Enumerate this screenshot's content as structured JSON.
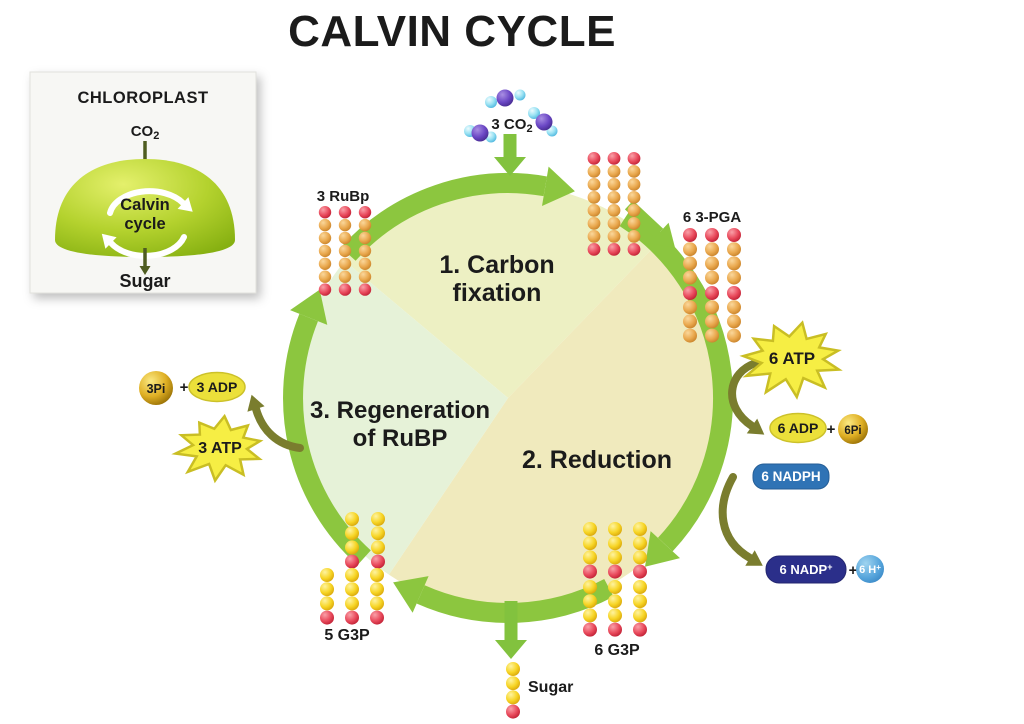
{
  "title": "CALVIN CYCLE",
  "inset": {
    "title": "CHLOROPLAST",
    "co2_main": "CO",
    "co2_sub": "2",
    "cycle_line1": "Calvin",
    "cycle_line2": "cycle",
    "sugar": "Sugar"
  },
  "steps": {
    "fixation_line1": "1. Carbon",
    "fixation_line2": "fixation",
    "reduction": "2. Reduction",
    "regeneration_line1": "3. Regeneration",
    "regeneration_line2": "of RuBP"
  },
  "molecules": {
    "co2": {
      "label_main": "3 CO",
      "label_sub": "2"
    },
    "rubp": {
      "label": "3 RuBp",
      "rows": [
        {
          "chains": 3,
          "beads": [
            "red",
            "orange",
            "orange",
            "orange",
            "orange",
            "orange",
            "red"
          ]
        }
      ]
    },
    "intermediate": {
      "label": "",
      "rows": [
        {
          "chains": 3,
          "beads": [
            "red",
            "orange",
            "orange",
            "orange",
            "orange",
            "orange",
            "orange",
            "red"
          ]
        }
      ]
    },
    "pga": {
      "label": "6 3-PGA",
      "rows": [
        {
          "chains": 3,
          "beads": [
            "red",
            "orange",
            "orange",
            "orange"
          ]
        },
        {
          "chains": 3,
          "beads": [
            "red",
            "orange",
            "orange",
            "orange"
          ]
        }
      ]
    },
    "g3p6": {
      "label": "6 G3P",
      "rows": [
        {
          "chains": 3,
          "beads": [
            "yellow",
            "yellow",
            "yellow",
            "red"
          ]
        },
        {
          "chains": 3,
          "beads": [
            "yellow",
            "yellow",
            "yellow",
            "red"
          ]
        }
      ]
    },
    "g3p5": {
      "label": "5 G3P",
      "rows": [
        {
          "chains": 2,
          "beads": [
            "yellow",
            "yellow",
            "yellow",
            "red"
          ]
        },
        {
          "chains": 3,
          "beads": [
            "yellow",
            "yellow",
            "yellow",
            "red"
          ]
        }
      ]
    },
    "sugar": {
      "label": "Sugar",
      "rows": [
        {
          "chains": 1,
          "beads": [
            "yellow",
            "yellow",
            "yellow",
            "red"
          ]
        }
      ]
    }
  },
  "energy": {
    "atp6": "6 ATP",
    "adp6": "6 ADP",
    "pi6": "6Pi",
    "plus": "+",
    "nadph": "6 NADPH",
    "nadp_main": "6 NADP",
    "nadp_sup": "+",
    "h_main": "6 H",
    "h_sup": "+",
    "atp3": "3 ATP",
    "adp3": "3 ADP",
    "pi3": "3Pi"
  },
  "colors": {
    "ring_green": "#8CC63F",
    "wedge_fixation": "#EDF0C3",
    "wedge_reduction": "#F0EABD",
    "wedge_regeneration": "#E6F2D8",
    "atp_yellow": "#F6EE44",
    "olive_arrow": "#7A7D2E",
    "nadph_blue": "#2F73B5",
    "nadp_navy": "#2B2F8A",
    "h_lightblue": "#55A4DB"
  }
}
